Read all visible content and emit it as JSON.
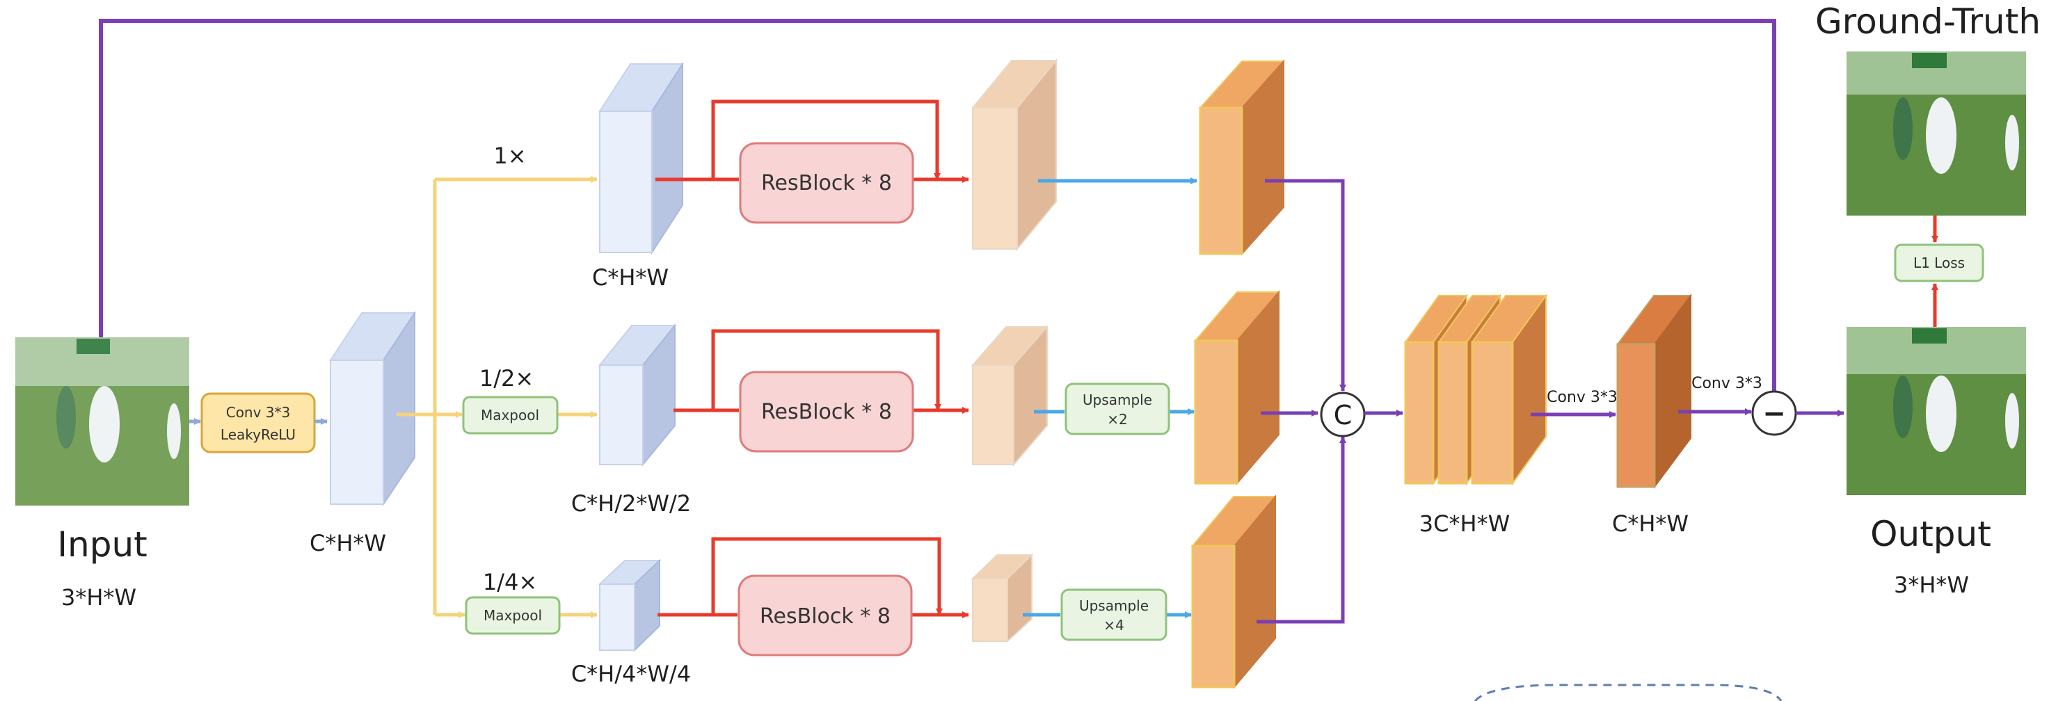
{
  "colors": {
    "purple": "#7a3fb4",
    "red": "#e83a2c",
    "yellow": "#f5d37a",
    "blue": "#4aa8e8",
    "light_blue_face": "#e9effb",
    "light_blue_side": "#b7c4e2",
    "peach_face": "#f7ddc4",
    "peach_side": "#dfb99a",
    "orange_face": "#f4b97f",
    "orange_side": "#c97a3e",
    "orange_dark_face": "#e8925a",
    "orange_dark_side": "#b5642d",
    "resblock_fill": "#f8d4d4",
    "resblock_stroke": "#e07b7b",
    "green_fill": "#e9f5e2",
    "green_stroke": "#8fc27a",
    "conv_fill": "#fde6a7",
    "conv_stroke": "#d9a63a"
  },
  "labels": {
    "input_title": "Input",
    "input_dims": "3*H*W",
    "first_feature_dims": "C*H*W",
    "scale_1": "1×",
    "scale_2": "1/2×",
    "scale_4": "1/4×",
    "branch1_dims": "C*H*W",
    "branch2_dims": "C*H/2*W/2",
    "branch3_dims": "C*H/4*W/4",
    "concat_dims": "3C*H*W",
    "final_feature_dims": "C*H*W",
    "output_title": "Output",
    "output_dims": "3*H*W",
    "ground_truth_title": "Ground-Truth",
    "conv_label_1": "Conv 3*3",
    "conv_label_2": "Conv 3*3",
    "concat_symbol": "C",
    "subtract_symbol": "−"
  },
  "boxes": {
    "conv_line1": "Conv 3*3",
    "conv_line2": "LeakyReLU",
    "maxpool_1": "Maxpool",
    "maxpool_2": "Maxpool",
    "resblock_1": "ResBlock * 8",
    "resblock_2": "ResBlock * 8",
    "resblock_3": "ResBlock * 8",
    "upsample_2_line1": "Upsample",
    "upsample_2_line2": "×2",
    "upsample_4_line1": "Upsample",
    "upsample_4_line2": "×4",
    "l1_loss": "L1 Loss"
  }
}
